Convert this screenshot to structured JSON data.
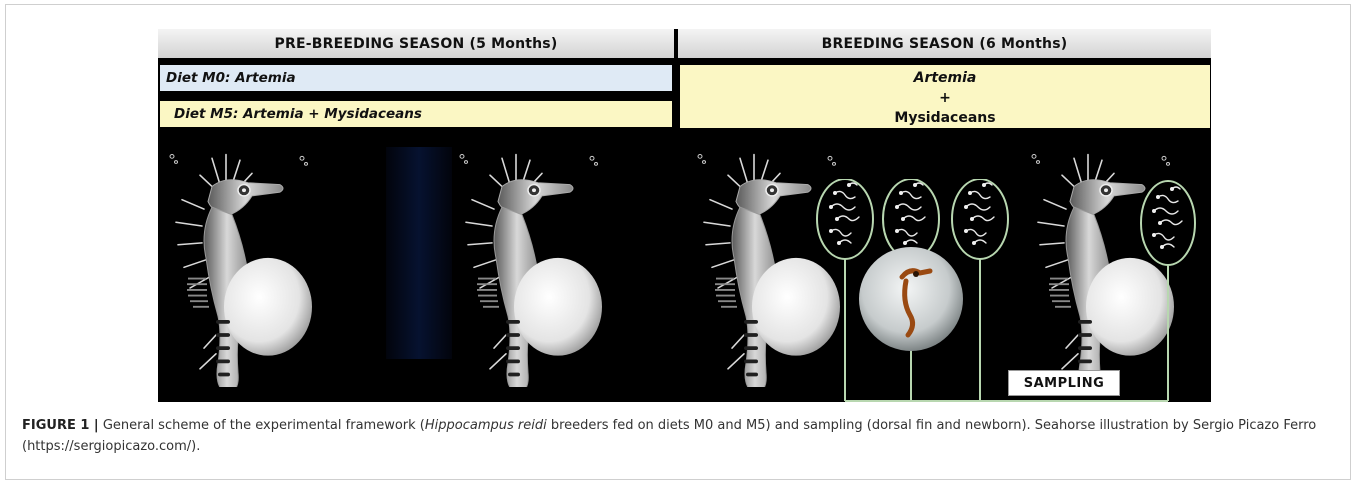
{
  "figure": {
    "pre_breeding_header": "PRE-BREEDING SEASON (5 Months)",
    "breeding_header": "BREEDING SEASON (6 Months)",
    "diet_m0": "Diet M0: Artemia",
    "diet_m5": "Diet M5: Artemia + Mysidaceans",
    "breeding_diet": {
      "line1": "Artemia",
      "line2": "+",
      "line3": "Mysidaceans"
    },
    "sampling_label": "SAMPLING",
    "icons": [
      "seahorse-illustration",
      "sperm-cells-icon",
      "newborn-seahorse-icon"
    ]
  },
  "caption": {
    "label": "FIGURE 1 |",
    "text_1": " General scheme of the experimental framework (",
    "species": "Hippocampus reidi",
    "text_2": " breeders fed on diets M0 and M5) and sampling (dorsal fin and newborn). Seahorse illustration by Sergio Picazo Ferro (https://sergiopicazo.com/)."
  },
  "colors": {
    "background": "#000000",
    "header": "#d8d8d8",
    "diet_m0": "#dfeaf5",
    "diet_m5": "#fbf7c4",
    "oval_stroke": "#b8d7b0"
  }
}
